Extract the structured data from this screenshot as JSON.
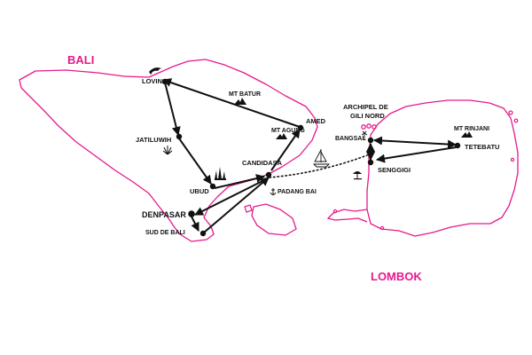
{
  "islands": {
    "bali": {
      "name": "BALI"
    },
    "lombok": {
      "name": "LOMBOK"
    }
  },
  "places": {
    "lovina": "LOVINA",
    "mt_batur": "MT BATUR",
    "jatiluwih": "JATILUWIH",
    "mt_agung": "MT AGUNG",
    "amed": "AMED",
    "candidasa": "CANDIDASA",
    "ubud": "UBUD",
    "padang_bai": "PADANG BAI",
    "denpasar": "DENPASAR",
    "sud_de_bali": "SUD DE BALI",
    "archipel_line1": "ARCHIPEL DE",
    "archipel_line2": "GILI NORD",
    "bangsal": "BANGSAL",
    "mt_rinjani": "MT RINJANI",
    "tetebatu": "TETEBATU",
    "senggigi": "SENGGIGI"
  },
  "colors": {
    "coast": "#e6198c",
    "island_label": "#e6198c",
    "route": "#111111"
  },
  "icons": [
    "dolphin-icon",
    "mountain-icon",
    "rice-plant-icon",
    "temple-icon",
    "sailboat-icon",
    "anchor-icon",
    "beach-umbrella-icon",
    "palm-tree-icon"
  ]
}
